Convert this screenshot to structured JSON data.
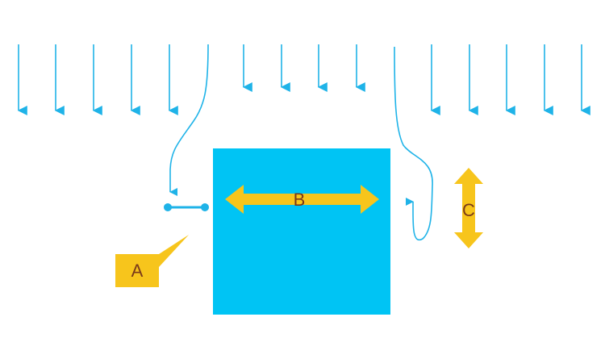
{
  "colors": {
    "flow": "#1fb3e8",
    "block": "#00c4f4",
    "accent": "#f7c51c",
    "label_text": "#7a3a1a"
  },
  "labels": {
    "a": "A",
    "b": "B",
    "c": "C"
  },
  "icons": {
    "downward_arrow": "arrow-down-icon",
    "double_arrow": "double-headed-arrow-icon",
    "callout": "speech-callout-icon"
  }
}
